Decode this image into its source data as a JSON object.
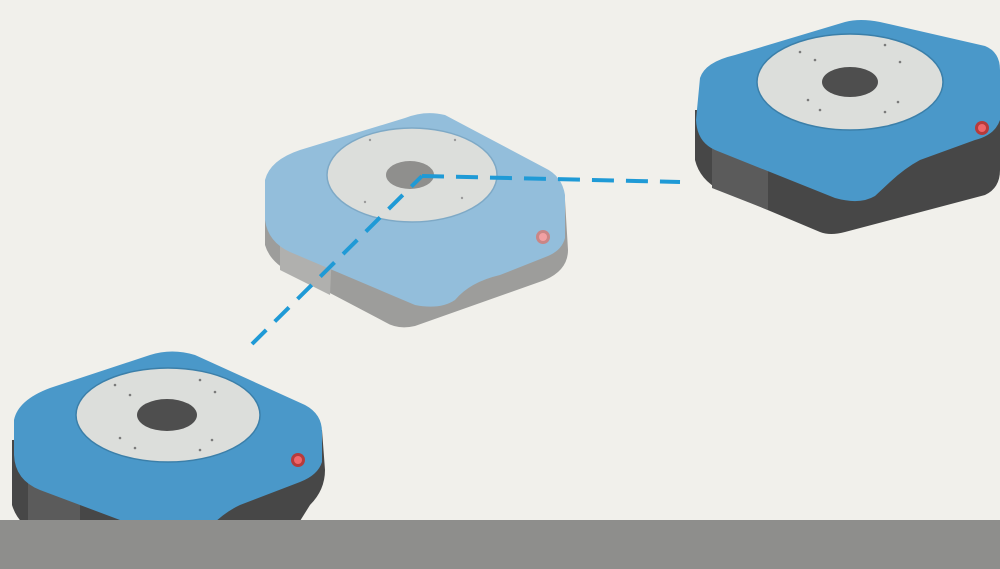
{
  "scene": {
    "background_color": "#f1f0eb",
    "floor_color": "#8e8e8c",
    "path_color": "#1f9ad6",
    "robots": [
      {
        "label": "",
        "state": "active",
        "body_color": "#4a98c9",
        "icon": "robot-icon"
      },
      {
        "label": "",
        "state": "ghost",
        "body_color": "#93bedb",
        "icon": "robot-icon"
      },
      {
        "label": "",
        "state": "active",
        "body_color": "#4a98c9",
        "icon": "robot-icon"
      }
    ]
  }
}
